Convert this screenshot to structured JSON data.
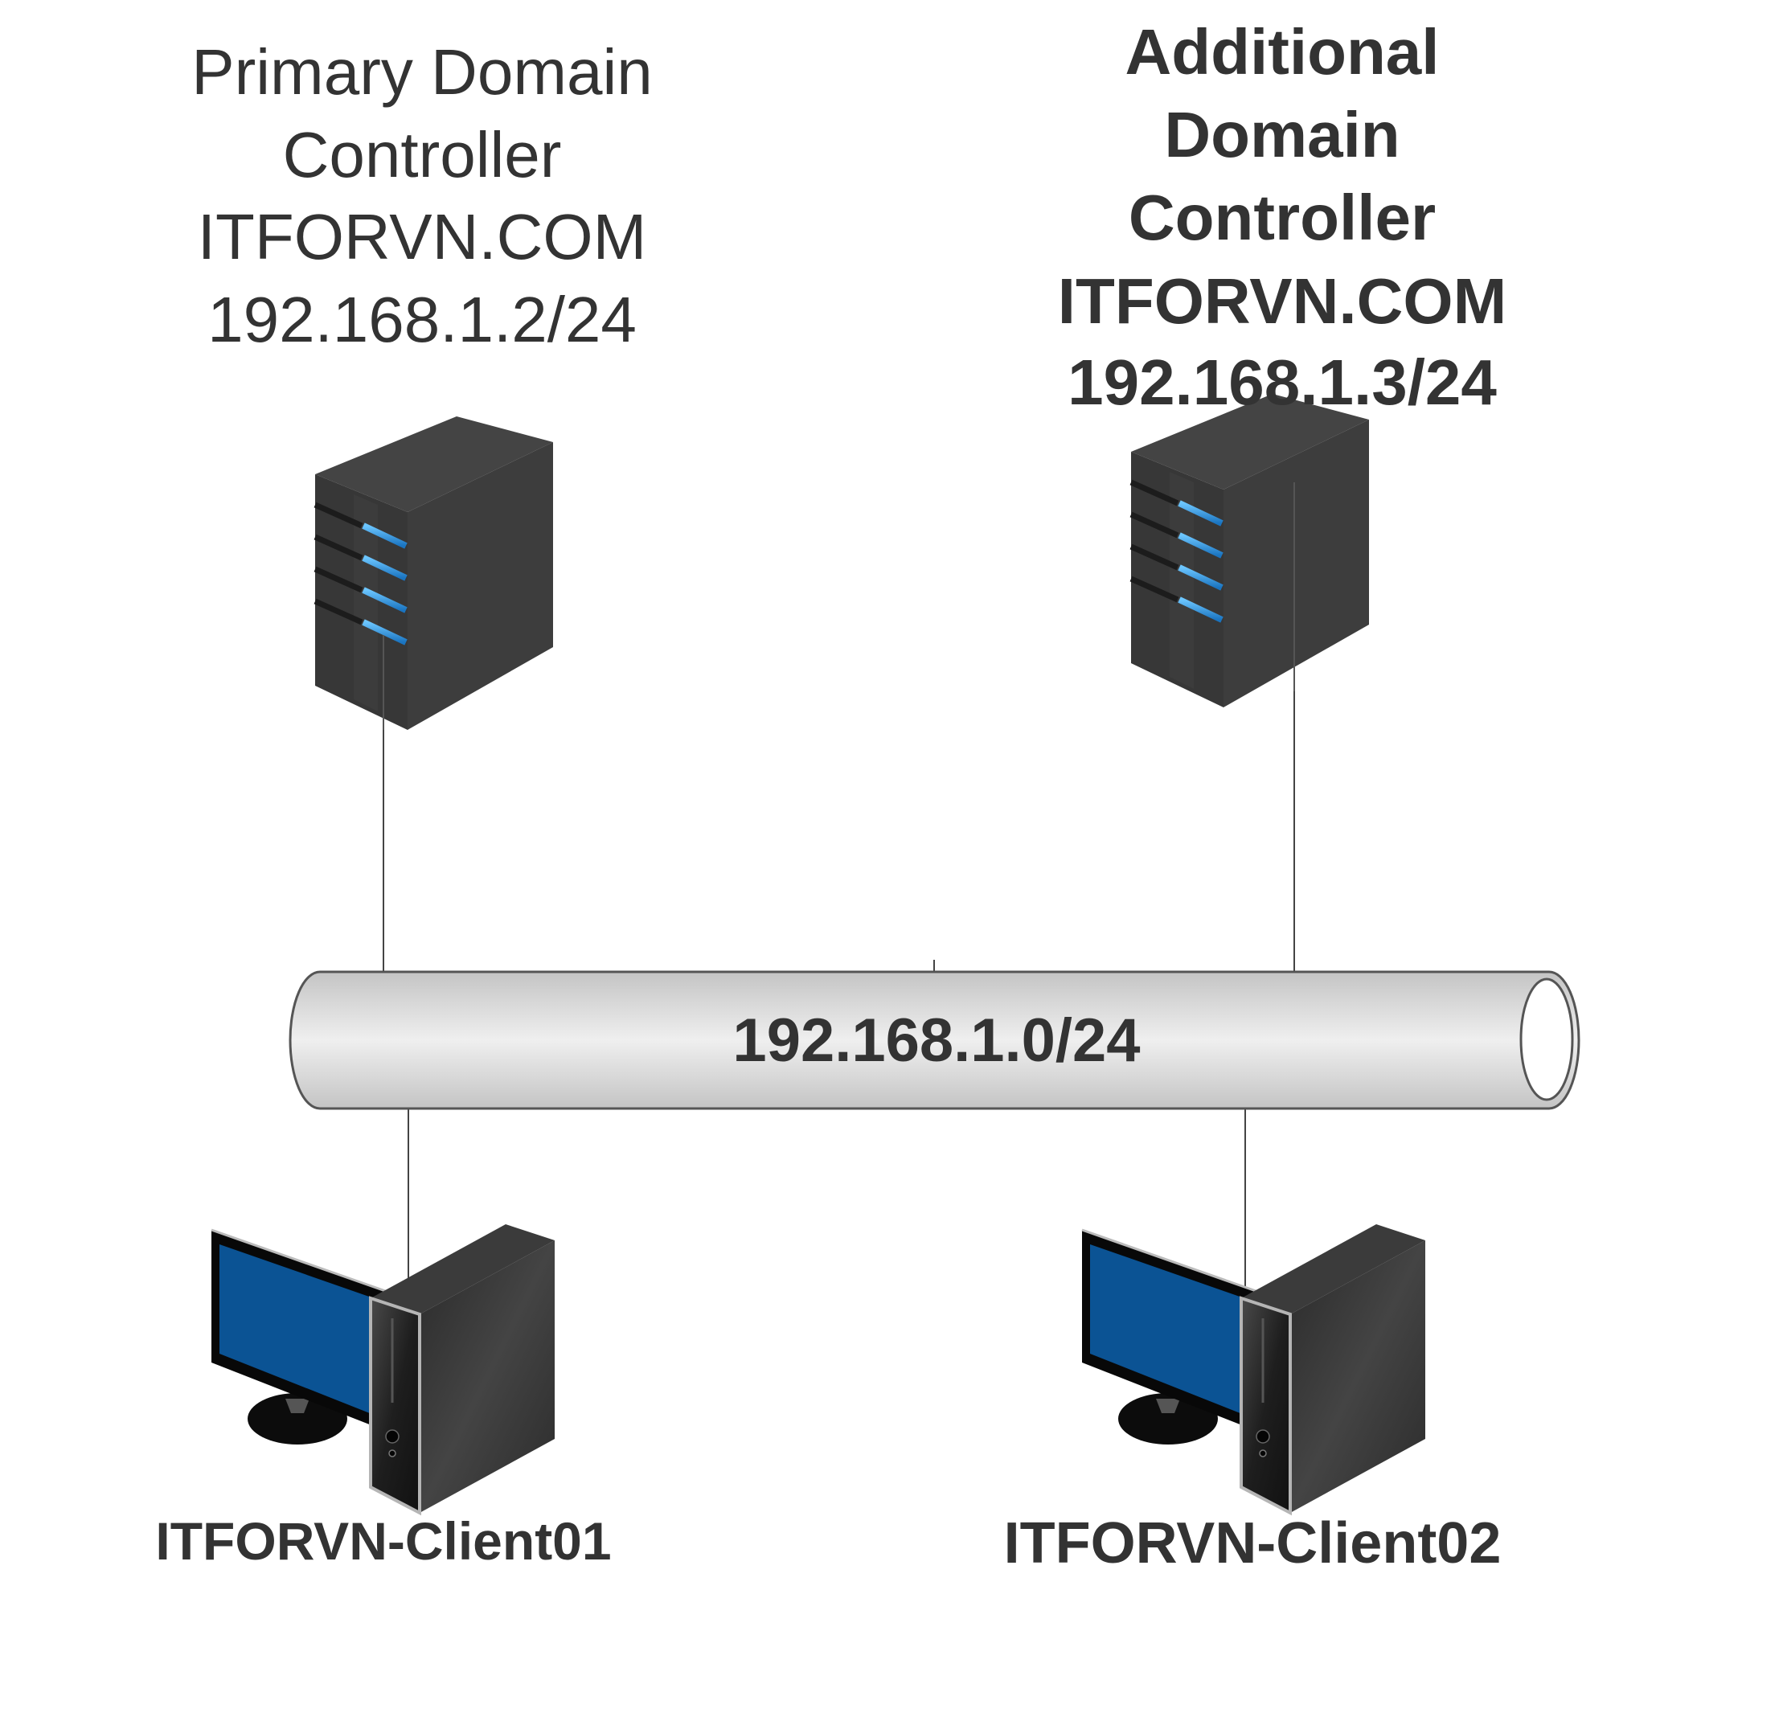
{
  "primary_dc": {
    "lines": [
      "Primary Domain",
      "Controller",
      "ITFORVN.COM",
      "192.168.1.2/24"
    ],
    "icon": "server-tower-icon"
  },
  "additional_dc": {
    "lines": [
      "Additional",
      "Domain",
      "Controller",
      "ITFORVN.COM",
      "192.168.1.3/24"
    ],
    "icon": "server-tower-icon"
  },
  "network": {
    "label": "192.168.1.0/24",
    "icon": "network-pipe"
  },
  "clients": [
    {
      "name": "ITFORVN-Client01",
      "icon": "desktop-computer-icon"
    },
    {
      "name": "ITFORVN-Client02",
      "icon": "desktop-computer-icon"
    }
  ],
  "colors": {
    "text": "#333333",
    "device_dark": "#3a3a3a",
    "led_blue": "#2a9be0",
    "screen_blue": "#0b5394",
    "pipe_gray": "#d0d0d0",
    "link_line": "#444444"
  }
}
